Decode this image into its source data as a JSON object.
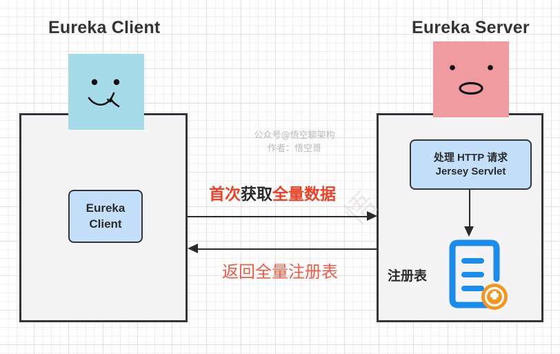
{
  "diagram": {
    "client_side": {
      "title": "Eureka Client",
      "avatar_name": "blue-smiling-face-avatar",
      "node_label_line1": "Eureka",
      "node_label_line2": "Client"
    },
    "server_side": {
      "title": "Eureka Server",
      "avatar_name": "pink-surprised-face-avatar",
      "servlet_label_line1": "处理 HTTP 请求",
      "servlet_label_line2": "Jersey Servlet",
      "registry_label": "注册表",
      "registry_icon_name": "registry-document-add-icon"
    },
    "flows": [
      {
        "id": "request",
        "direction": "client-to-server",
        "segments": [
          {
            "text": "首次",
            "color": "#f04124"
          },
          {
            "text": "获取",
            "color": "#2b2b2b"
          },
          {
            "text": "全量数据",
            "color": "#f04124"
          }
        ],
        "full_text": "首次获取全量数据"
      },
      {
        "id": "response",
        "direction": "server-to-client",
        "full_text": "返回全量注册表",
        "color": "#f45a44"
      }
    ],
    "watermark": {
      "line1": "公众号@悟空聊架构",
      "line2": "作者：悟空哥",
      "big": "悟"
    },
    "colors": {
      "client_avatar": "#a5dbe8",
      "server_avatar": "#f09ba0",
      "inner_box_fill": "#c3dffa",
      "container_fill": "#f4f4f4",
      "border": "#333338",
      "accent_red": "#f04124",
      "registry_blue": "#1a8cec",
      "registry_badge_orange": "#f7941e",
      "grid_line": "#e5dddd"
    }
  }
}
